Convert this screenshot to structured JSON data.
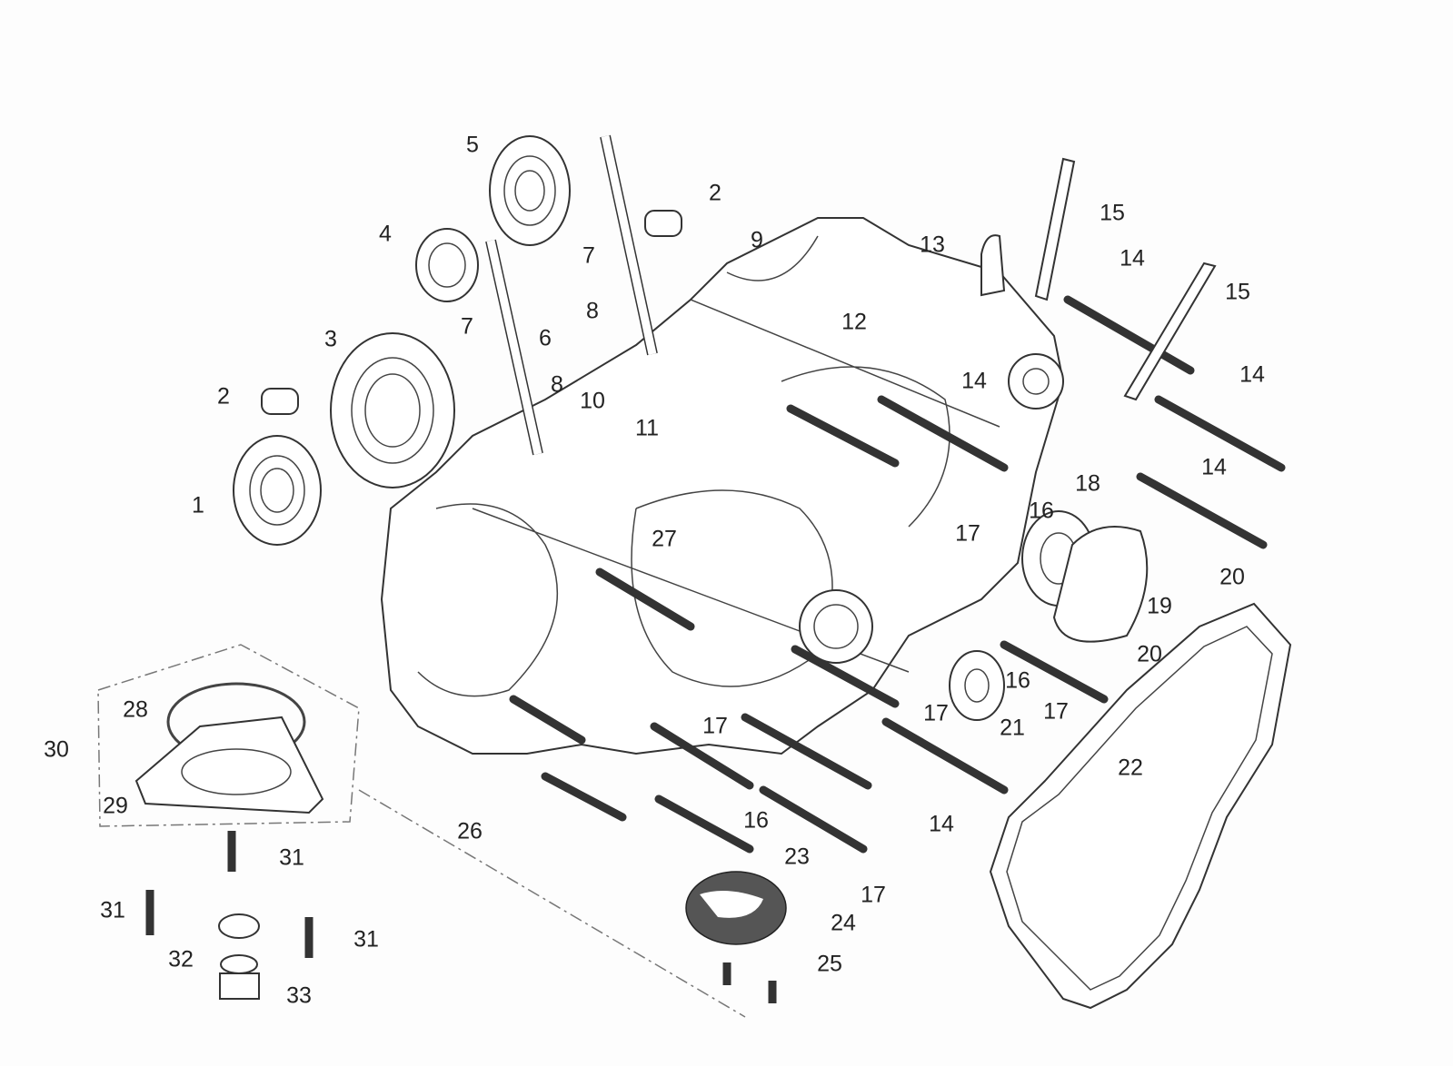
{
  "diagram": {
    "type": "exploded-parts-diagram",
    "callouts": [
      "5",
      "2",
      "7",
      "4",
      "7",
      "8",
      "6",
      "3",
      "2",
      "8",
      "10",
      "11",
      "9",
      "13",
      "15",
      "14",
      "15",
      "12",
      "14",
      "14",
      "14",
      "18",
      "16",
      "17",
      "27",
      "1",
      "20",
      "19",
      "20",
      "16",
      "17",
      "17",
      "21",
      "22",
      "17",
      "28",
      "30",
      "29",
      "26",
      "16",
      "23",
      "14",
      "17",
      "24",
      "31",
      "31",
      "31",
      "32",
      "33",
      "25"
    ]
  }
}
